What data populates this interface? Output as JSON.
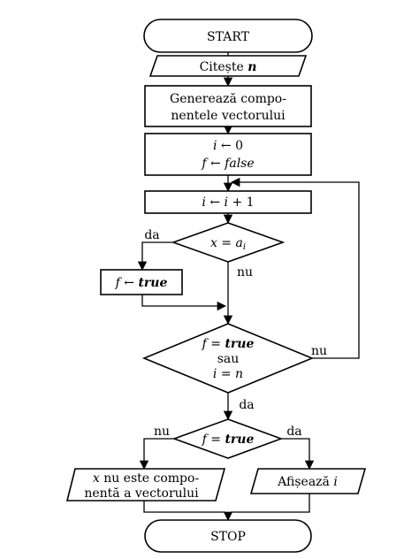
{
  "nodes": {
    "start": "START",
    "read_prefix": "Citește",
    "read_var": "n",
    "generate_l1": "Generează compo-",
    "generate_l2": "nentele vectorului",
    "init_i_var": "i",
    "init_i_rest": "← 0",
    "init_f_var": "f",
    "init_f_arrow": "←",
    "init_f_val": "false",
    "incr_var": "i",
    "incr_arrow": "←",
    "incr_var2": "i",
    "incr_rest": "+ 1",
    "cond1_x": "x",
    "cond1_eq": "=",
    "cond1_a": "a",
    "cond1_sub": "i",
    "assign_var": "f",
    "assign_arrow": "←",
    "assign_val": "true",
    "loop_f": "f",
    "loop_eq": "=",
    "loop_val": "true",
    "loop_or": "sau",
    "loop_i": "i",
    "loop_eq2": "=",
    "loop_n": "n",
    "cond2_f": "f",
    "cond2_eq": "=",
    "cond2_val": "true",
    "out_no_x": "x",
    "out_no_rest": "nu este compo-",
    "out_no_l2": "nentă a vectorului",
    "out_yes_prefix": "Afișează",
    "out_yes_var": "i",
    "stop": "STOP"
  },
  "edge_labels": {
    "cond1_yes": "da",
    "cond1_no": "nu",
    "loop_no": "nu",
    "loop_yes": "da",
    "cond2_no": "nu",
    "cond2_yes": "da"
  }
}
